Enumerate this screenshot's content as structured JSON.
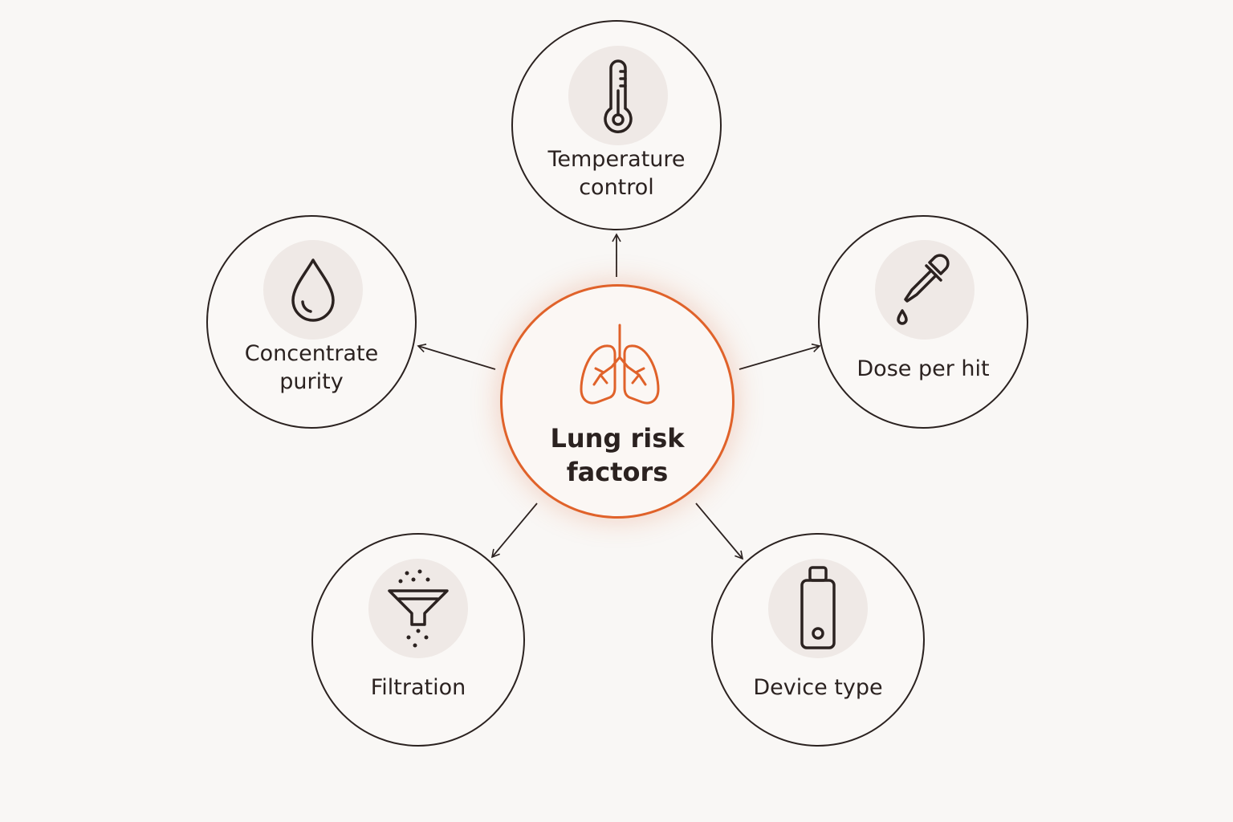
{
  "center": {
    "label": "Lung risk\nfactors",
    "icon": "lungs-icon",
    "accent_color": "#e0622a"
  },
  "factors": {
    "temperature": {
      "label": "Temperature\ncontrol",
      "icon": "thermometer-icon"
    },
    "concentrate": {
      "label": "Concentrate\npurity",
      "icon": "droplet-icon"
    },
    "dose": {
      "label": "Dose per hit",
      "icon": "dropper-icon"
    },
    "filtration": {
      "label": "Filtration",
      "icon": "funnel-icon"
    },
    "device": {
      "label": "Device type",
      "icon": "vape-device-icon"
    }
  },
  "colors": {
    "background": "#f9f7f5",
    "stroke": "#2b2220",
    "icon_circle": "#efe9e6"
  }
}
